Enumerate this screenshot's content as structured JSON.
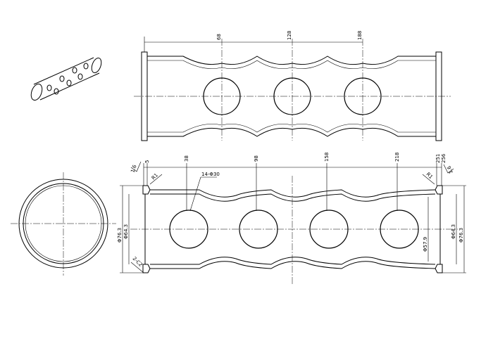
{
  "top_view": {
    "dims": [
      "68",
      "128",
      "188"
    ]
  },
  "front_view": {
    "dims": [
      "5",
      "38",
      "98",
      "158",
      "218",
      "251",
      "256"
    ],
    "roughness_left": "1.6",
    "roughness_right": "1.6",
    "radius_left": "R1",
    "radius_right": "R1",
    "holes_note": "14-Φ30",
    "chamfer": "2-C2",
    "left_outer_dia": "Φ76.3",
    "left_inner_dia": "Φ64.3",
    "right_groove_dia": "Φ57.9",
    "right_inner_dia": "Φ64.3",
    "right_outer_dia": "Φ76.3"
  }
}
